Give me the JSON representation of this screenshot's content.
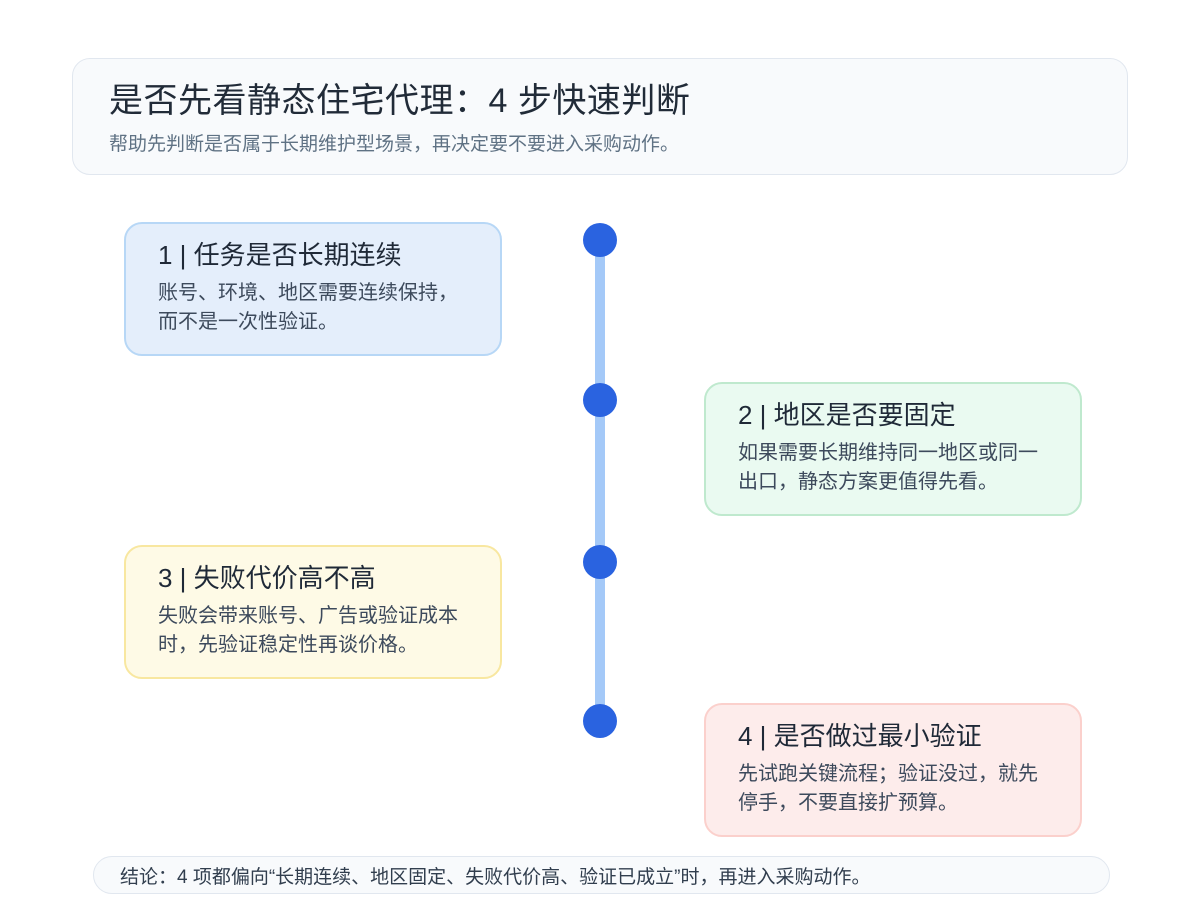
{
  "header": {
    "title": "是否先看静态住宅代理：4 步快速判断",
    "subtitle": "帮助先判断是否属于长期维护型场景，再决定要不要进入采购动作。"
  },
  "timeline": {
    "dot_color": "#2a63e0",
    "line_color": "#a4c9f8",
    "dot_count": 4
  },
  "steps": [
    {
      "title": "1 | 任务是否长期连续",
      "body": "账号、环境、地区需要连续保持，\n而不是一次性验证。",
      "side": "left",
      "theme": "blue",
      "bg": "#e4eefb",
      "border": "#b7d7f6"
    },
    {
      "title": "2 | 地区是否要固定",
      "body": "如果需要长期维持同一地区或同一\n出口，静态方案更值得先看。",
      "side": "right",
      "theme": "green",
      "bg": "#eafaf1",
      "border": "#bfe9ce"
    },
    {
      "title": "3 | 失败代价高不高",
      "body": "失败会带来账号、广告或验证成本\n时，先验证稳定性再谈价格。",
      "side": "left",
      "theme": "yellow",
      "bg": "#fefae6",
      "border": "#f8e7a0"
    },
    {
      "title": "4 | 是否做过最小验证",
      "body": "先试跑关键流程；验证没过，就先\n停手，不要直接扩预算。",
      "side": "right",
      "theme": "red",
      "bg": "#fdeceb",
      "border": "#fbd0cc"
    }
  ],
  "footer": {
    "text": "结论：4 项都偏向“长期连续、地区固定、失败代价高、验证已成立”时，再进入采购动作。"
  }
}
